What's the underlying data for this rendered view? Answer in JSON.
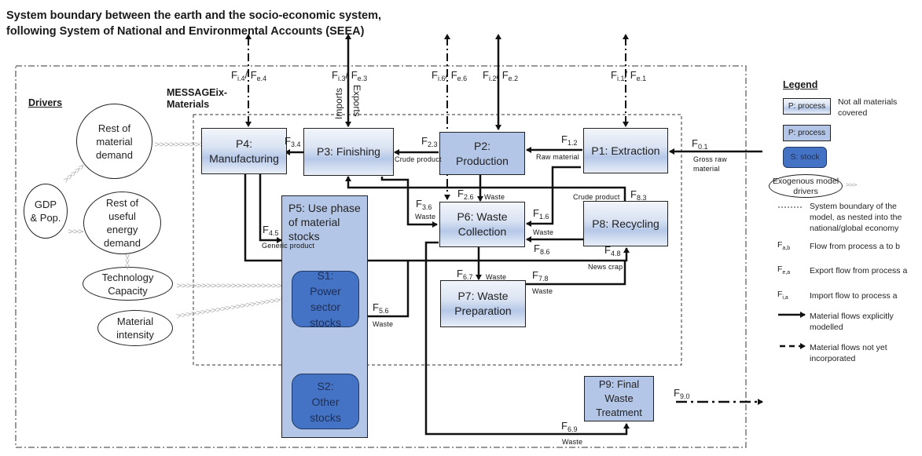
{
  "title": {
    "line1": "System boundary between  the earth and the socio-economic system,",
    "line2": "following System of National and Environmental Accounts (SEEA)"
  },
  "headers": {
    "drivers": "Drivers",
    "model": "MESSAGEix-Materials",
    "model_line1": "MESSAGEix-",
    "model_line2": "Materials"
  },
  "drivers": {
    "rest_material_demand": "Rest of material demand",
    "gdp_pop": "GDP & Pop.",
    "rest_energy_demand": "Rest of useful energy demand",
    "technology_capacity": "Technology Capacity",
    "material_intensity": "Material intensity"
  },
  "processes": {
    "p1": "P1: Extraction",
    "p2": "P2: Production",
    "p3": "P3: Finishing",
    "p4": "P4: Manufacturing",
    "p5": "P5: Use phase of material stocks",
    "p6": "P6:  Waste Collection",
    "p7": "P7:  Waste Preparation",
    "p8": "P8: Recycling",
    "p9": "P9: Final Waste Treatment"
  },
  "stocks": {
    "s1": "S1: Power sector stocks",
    "s2": "S2: Other stocks"
  },
  "trade_flows": {
    "f4": {
      "i": "i.4",
      "e": "e.4"
    },
    "f3": {
      "i": "i.3",
      "e": "e.3",
      "imports": "Imports",
      "exports": "Exports"
    },
    "f6": {
      "i": "i.6",
      "e": "e.6"
    },
    "f2": {
      "i": "i.2",
      "e": "e.2"
    },
    "f1": {
      "i": "i.1",
      "e": "e.1"
    }
  },
  "flows": {
    "f01": {
      "sub": "0.1",
      "label": "Gross raw material"
    },
    "f12": {
      "sub": "1.2",
      "label": "Raw material"
    },
    "f23": {
      "sub": "2.3",
      "label": "Crude product"
    },
    "f34": {
      "sub": "3.4"
    },
    "f45": {
      "sub": "4.5",
      "label": "Generic product"
    },
    "f26": {
      "sub": "2.6",
      "label": "Waste"
    },
    "f36": {
      "sub": "3.6",
      "label": "Waste"
    },
    "f16": {
      "sub": "1.6",
      "label": "Waste"
    },
    "f83": {
      "sub": "8.3",
      "label": "Crude product"
    },
    "f86": {
      "sub": "8.6"
    },
    "f48": {
      "sub": "4.8",
      "label": "News crap"
    },
    "f56": {
      "sub": "5.6",
      "label": "Waste"
    },
    "f67": {
      "sub": "6.7",
      "label": "Waste"
    },
    "f78": {
      "sub": "7.8",
      "label": "Waste"
    },
    "f69": {
      "sub": "6.9",
      "label": "Waste"
    },
    "f90": {
      "sub": "9.0"
    }
  },
  "legend": {
    "title": "Legend",
    "process_grad": "P: process",
    "process_grad_note": "Not all materials covered",
    "process_solid": "P: process",
    "stock": "S: stock",
    "drivers": "Exogenous model drivers",
    "boundary": "System boundary of the model, as nested into the national/global economy",
    "fab_sym": "a,b",
    "fab": "Flow from process a  to b",
    "fea_sym": "e,a",
    "fea": "Export flow from process a",
    "fia_sym": "i,a",
    "fia": "Import flow to process a",
    "solid_arrow": "Material flows explicitly modelled",
    "dash_arrow": "Material flows not yet incorporated"
  }
}
